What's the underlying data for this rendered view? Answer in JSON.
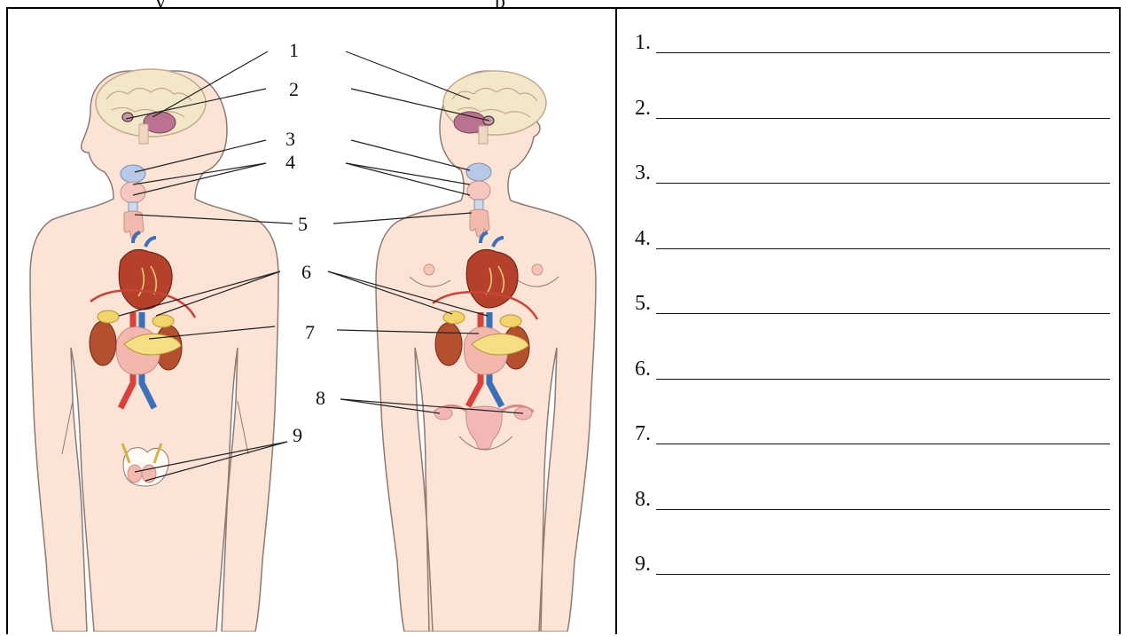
{
  "top_fragment": {
    "left": "y",
    "right": "p"
  },
  "diagram": {
    "labels": [
      "1",
      "2",
      "3",
      "4",
      "5",
      "6",
      "7",
      "8",
      "9"
    ],
    "colors": {
      "skin": "#fbe3d6",
      "skin_outline": "#8d7a72",
      "brain": "#f3e7c9",
      "brain_core": "#c49aa7",
      "cerebellum": "#b9728f",
      "thyroid_blue": "#b7c9e6",
      "thyroid_pink": "#f5c7c1",
      "thymus": "#f2b9ae",
      "heart": "#b5412c",
      "kidney": "#b5502f",
      "adrenal": "#f3d36b",
      "pancreas": "#f5de86",
      "aorta_red": "#d9413a",
      "vena_blue": "#3b6fb6",
      "diaphragm": "#c9443b",
      "uterus": "#f3b7b7",
      "testis": "#f3b8ae"
    }
  },
  "answers": {
    "items": [
      "1.",
      "2.",
      "3.",
      "4.",
      "5.",
      "6.",
      "7.",
      "8.",
      "9."
    ]
  }
}
